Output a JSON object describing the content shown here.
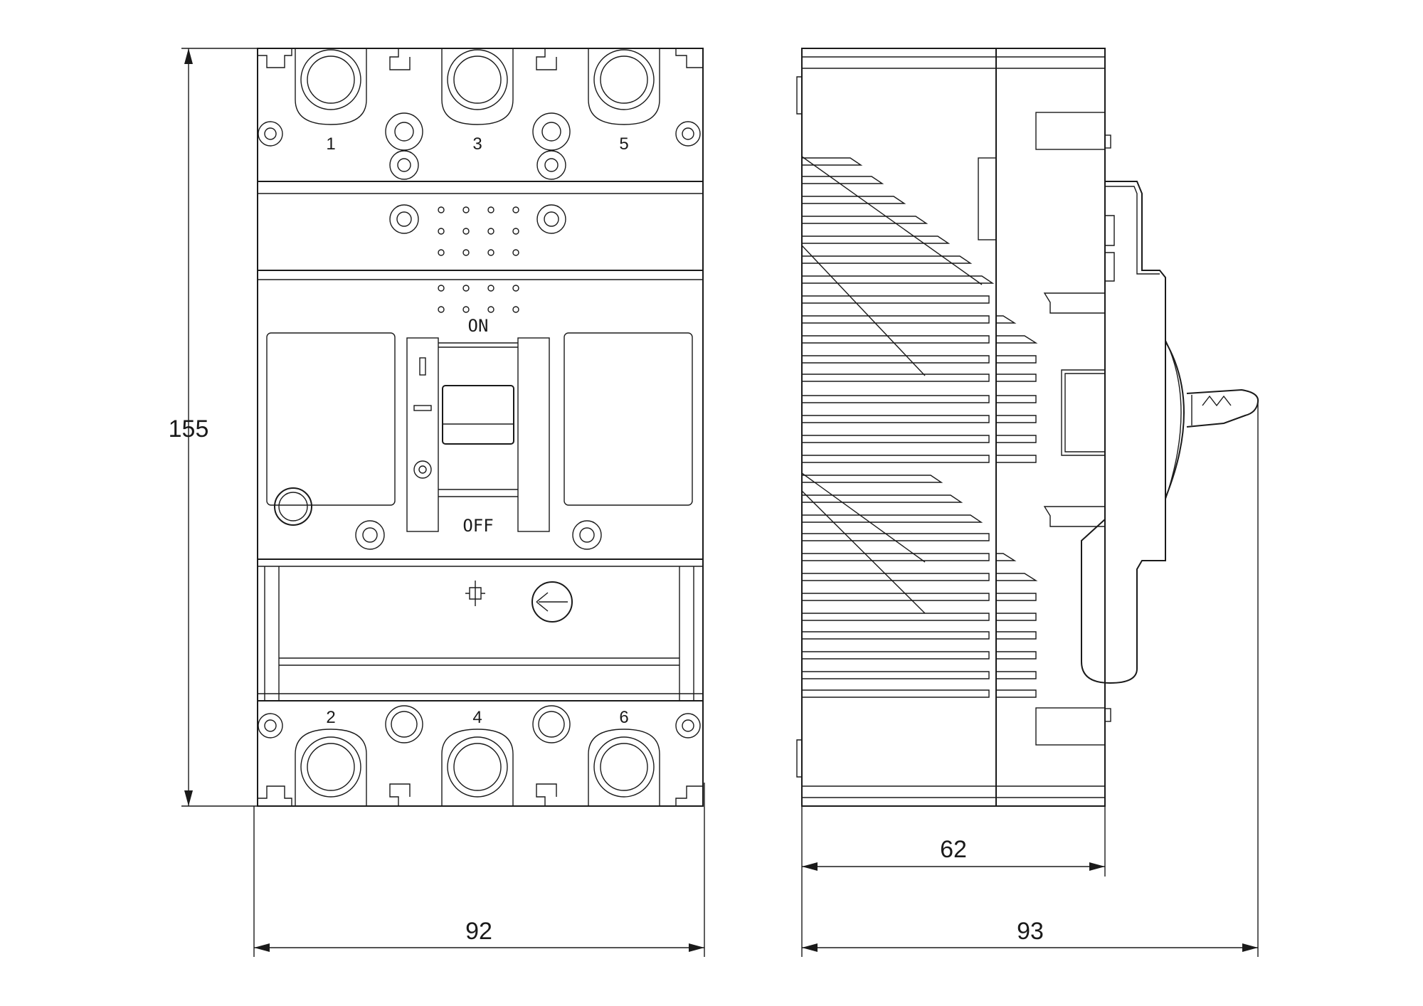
{
  "dimensions": {
    "height": "155",
    "front_width": "92",
    "body_depth": "62",
    "total_depth": "93"
  },
  "terminals": {
    "top": [
      "1",
      "3",
      "5"
    ],
    "bottom": [
      "2",
      "4",
      "6"
    ]
  },
  "switch": {
    "on_label": "ON",
    "off_label": "OFF"
  },
  "colors": {
    "line": "#1a1a1a",
    "background": "#ffffff"
  }
}
